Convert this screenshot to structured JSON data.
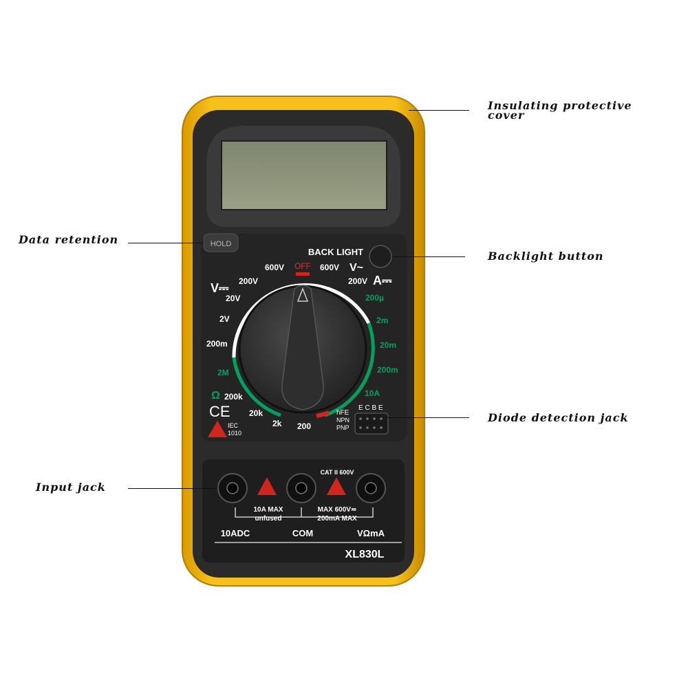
{
  "callouts": {
    "cover": "Insulating protective cover",
    "hold": "Data retention",
    "backlight": "Backlight button",
    "diode": "Diode detection jack",
    "input": "Input jack"
  },
  "device": {
    "hold_label": "HOLD",
    "backlight_label": "BACK LIGHT",
    "off_label": "OFF",
    "v_dc_symbol": "V⎓",
    "v_ac_symbol": "V~",
    "a_dc_symbol": "A⎓",
    "ohm_symbol": "Ω",
    "ce_mark": "CE",
    "iec_label_1": "IEC",
    "iec_label_2": "1010",
    "hfe_label": "hFE",
    "npn_label": "NPN",
    "pnp_label": "PNP",
    "ecbe_label": "E C B E",
    "cat_label": "CAT II 600V",
    "jack_note_left_1": "10A MAX",
    "jack_note_left_2": "unfused",
    "jack_note_right_1": "MAX 600V≂",
    "jack_note_right_2": "200mA MAX",
    "jack_10adc": "10ADC",
    "jack_com": "COM",
    "jack_vohm": "VΩmA",
    "model": "XL830L"
  },
  "dial": {
    "labels": [
      "600V",
      "200V",
      "20V",
      "2V",
      "200m",
      "2M",
      "200k",
      "20k",
      "2k",
      "200",
      "600V",
      "200V",
      "200µ",
      "2m",
      "20m",
      "200m",
      "10A"
    ]
  },
  "colors": {
    "holster": "#f5b800",
    "body": "#2b2b2b",
    "lcd": "#8d9378",
    "green_arc": "#00a060",
    "accent_red": "#d2261c"
  }
}
